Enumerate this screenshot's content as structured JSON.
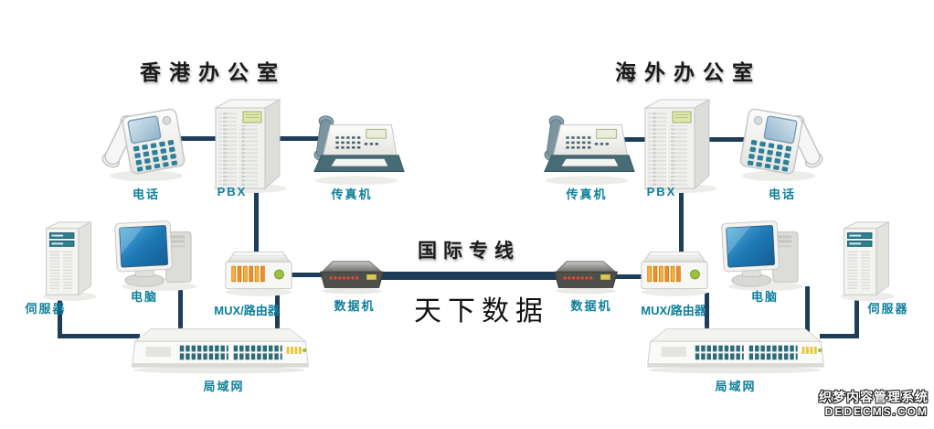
{
  "colors": {
    "line": "#1E3D58",
    "label": "#0E7F9B",
    "title": "#1A1A1A",
    "led_orange": "#F0A232",
    "led_green": "#9CC23F",
    "port_teal": "#2E6B7A"
  },
  "hk_office": {
    "title": "香港办公室",
    "phone_label": "电话",
    "pbx_label": "PBX",
    "fax_label": "传真机",
    "server_label": "伺服器",
    "computer_label": "电脑",
    "mux_label": "MUX/路由器",
    "modem_label": "数据机",
    "lan_label": "局域网"
  },
  "overseas_office": {
    "title": "海外办公室",
    "fax_label": "传真机",
    "pbx_label": "PBX",
    "phone_label": "电话",
    "modem_label": "数据机",
    "mux_label": "MUX/路由器",
    "computer_label": "电脑",
    "server_label": "伺服器",
    "lan_label": "局域网"
  },
  "backbone": {
    "label": "国际专线",
    "brand_watermark": "天下数据"
  },
  "site_watermark": {
    "line1": "织梦内容管理系统",
    "line2": "DEDECMS.COM"
  }
}
